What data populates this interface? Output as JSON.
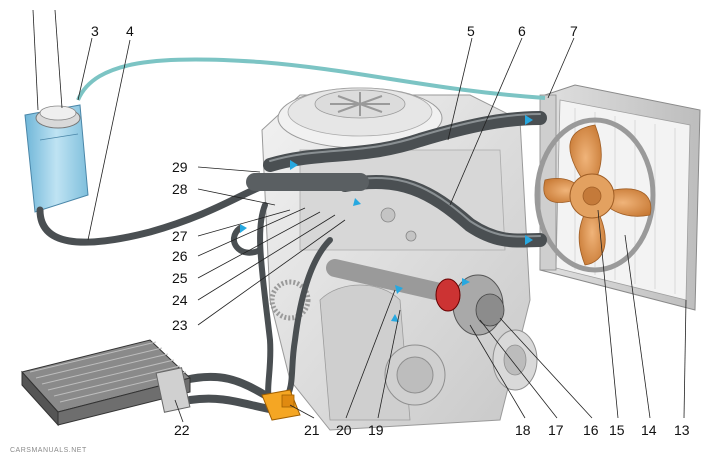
{
  "diagram": {
    "watermark": "CARSMANUALS.NET",
    "callouts": [
      {
        "id": "3",
        "text": "3"
      },
      {
        "id": "4",
        "text": "4"
      },
      {
        "id": "5",
        "text": "5"
      },
      {
        "id": "6",
        "text": "6"
      },
      {
        "id": "7",
        "text": "7"
      },
      {
        "id": "13",
        "text": "13"
      },
      {
        "id": "14",
        "text": "14"
      },
      {
        "id": "15",
        "text": "15"
      },
      {
        "id": "16",
        "text": "16"
      },
      {
        "id": "17",
        "text": "17"
      },
      {
        "id": "18",
        "text": "18"
      },
      {
        "id": "19",
        "text": "19"
      },
      {
        "id": "20",
        "text": "20"
      },
      {
        "id": "21",
        "text": "21"
      },
      {
        "id": "22",
        "text": "22"
      },
      {
        "id": "23",
        "text": "23"
      },
      {
        "id": "24",
        "text": "24"
      },
      {
        "id": "25",
        "text": "25"
      },
      {
        "id": "26",
        "text": "26"
      },
      {
        "id": "27",
        "text": "27"
      },
      {
        "id": "28",
        "text": "28"
      },
      {
        "id": "29",
        "text": "29"
      }
    ],
    "colors": {
      "hose": "#4a4f52",
      "hose_highlight": "#8a9093",
      "engine": "#e4e4e4",
      "engine_shade": "#bfbfbf",
      "expansion_tank": "#9fd0e8",
      "overflow_line": "#7cc4c4",
      "fan": "#d99a5c",
      "flow_arrow": "#27a8e0",
      "heater_core": "#6e6e6e"
    }
  }
}
